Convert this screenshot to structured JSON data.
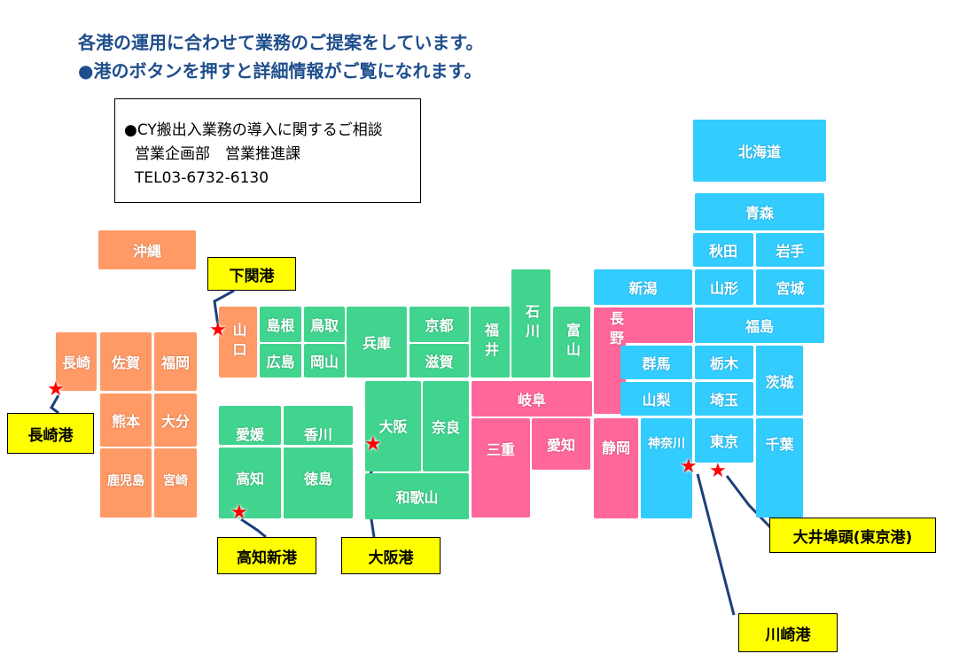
{
  "header": {
    "line1": "各港の運用に合わせて業務のご提案をしています。",
    "line2": "●港のボタンを押すと詳細情報がご覧になれます。"
  },
  "contact": {
    "title": "●CY搬出入業務の導入に関するご相談",
    "dept": "営業企画部　営業推進課",
    "tel": "TEL03-6732-6130"
  },
  "prefectures": [
    "北海道",
    "青森",
    "秋田",
    "岩手",
    "山形",
    "宮城",
    "福島",
    "新潟",
    "長野",
    "群馬",
    "山梨",
    "栃木",
    "埼玉",
    "茨城",
    "東京",
    "神奈川",
    "千葉",
    "静岡",
    "岐阜",
    "三重",
    "愛知",
    "富山",
    "石川",
    "福井",
    "京都",
    "滋賀",
    "兵庫",
    "鳥取",
    "岡山",
    "島根",
    "広島",
    "山口",
    "大阪",
    "奈良",
    "和歌山",
    "愛媛",
    "香川",
    "高知",
    "徳島",
    "長崎",
    "佐賀",
    "福岡",
    "熊本",
    "大分",
    "鹿児島",
    "宮崎",
    "沖縄"
  ],
  "ports": [
    "下関港",
    "長崎港",
    "高知新港",
    "大阪港",
    "大井埠頭(東京港)",
    "川崎港"
  ],
  "colors": {
    "green": "#41d48f",
    "pink": "#ff6699",
    "blue": "#33ccff",
    "orange": "#ff9966",
    "label": "#ffff00",
    "header": "#1f4e8c"
  }
}
